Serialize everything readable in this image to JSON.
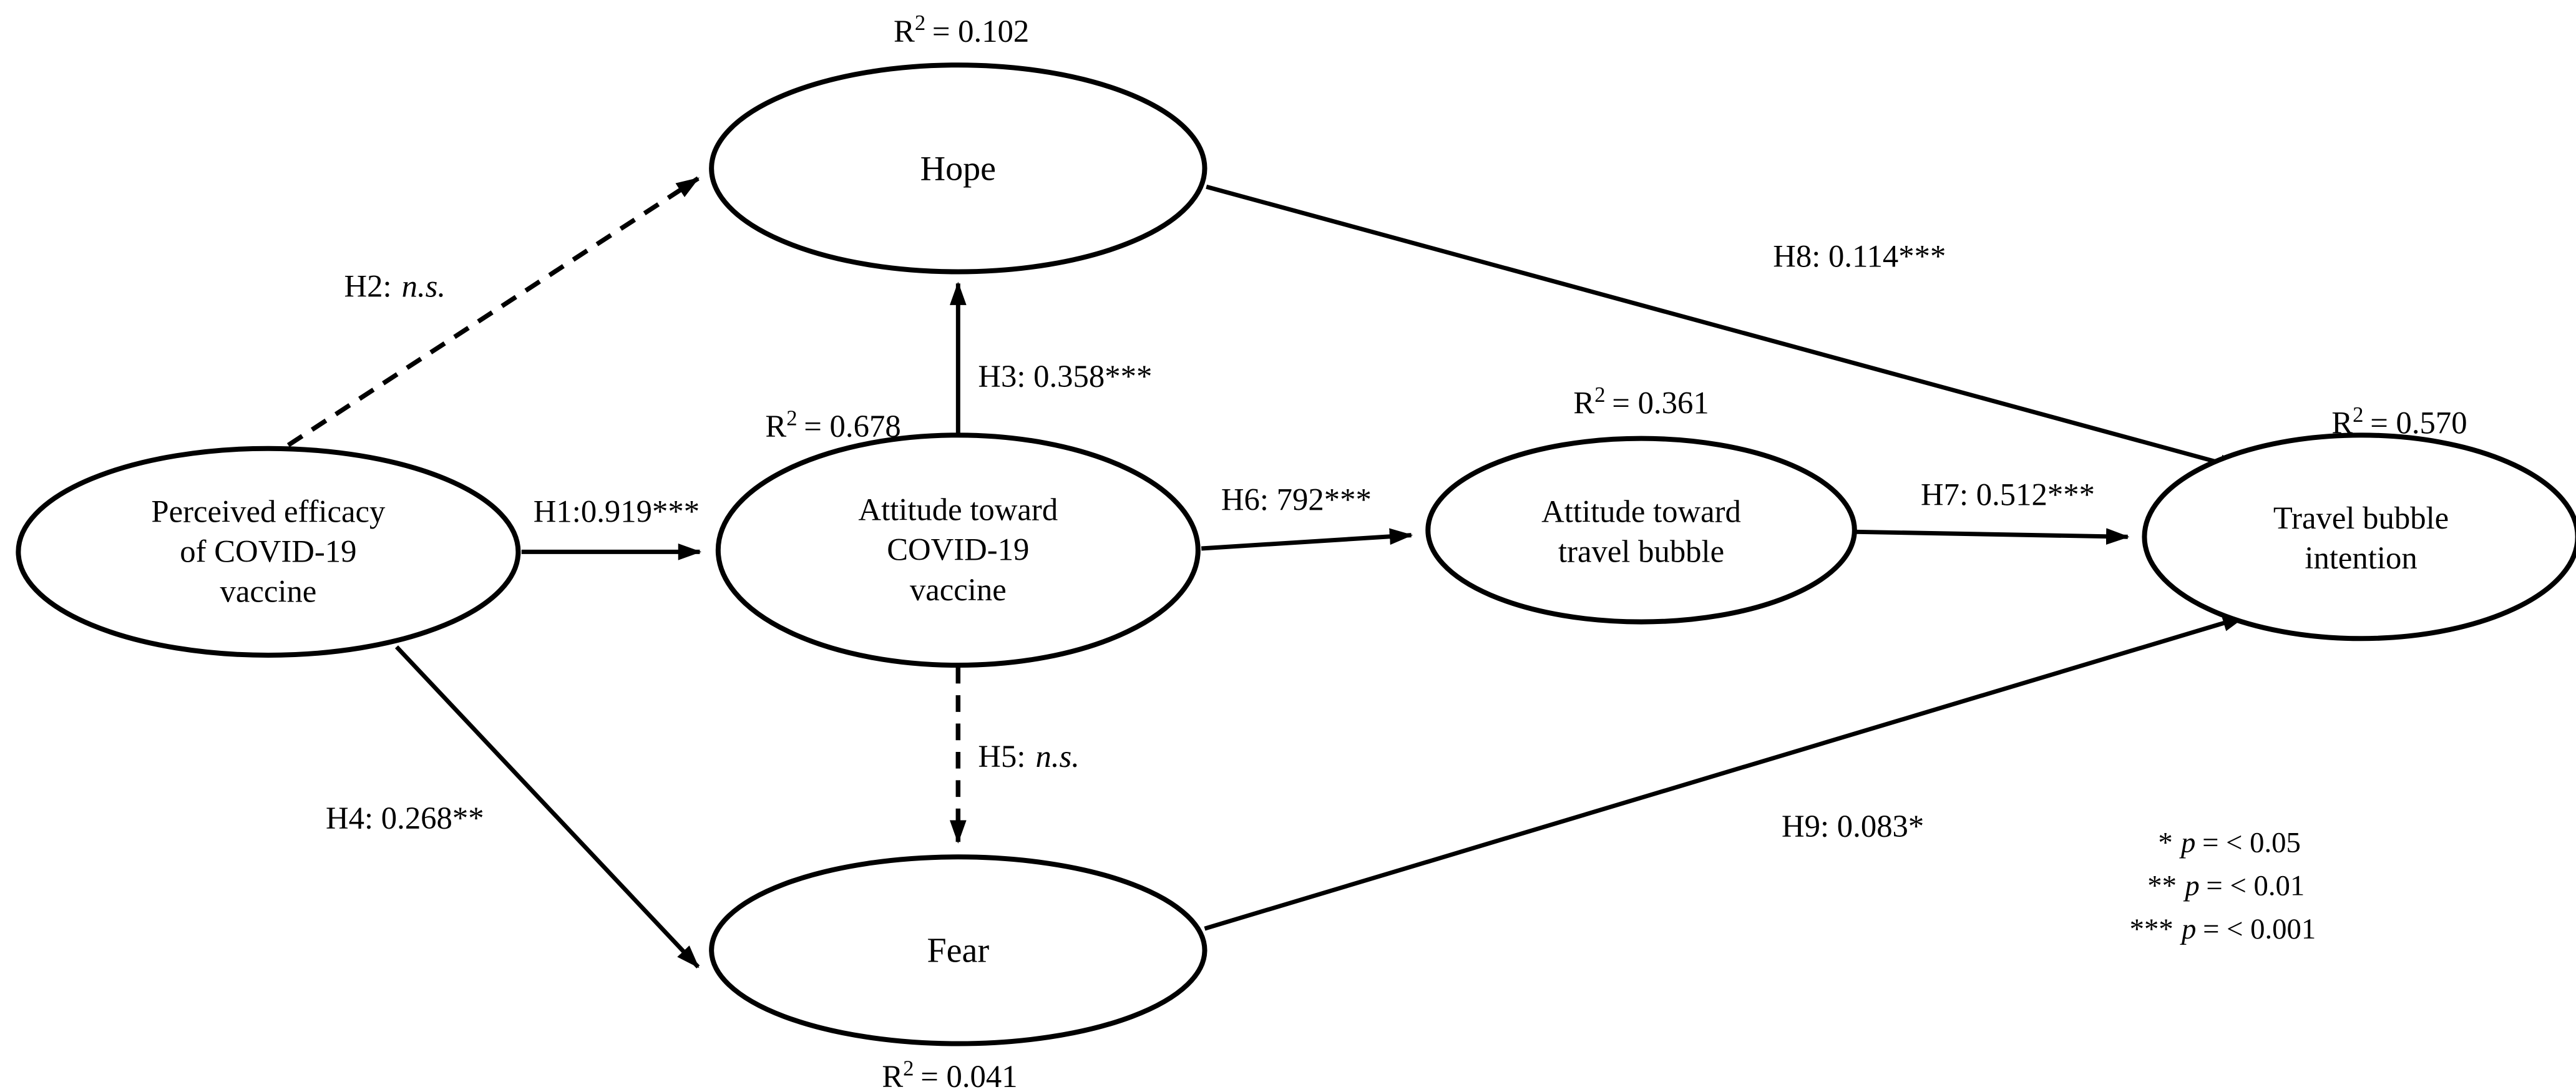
{
  "nodes": [
    {
      "name": "perceived-efficacy",
      "lines": [
        "Perceived efficacy",
        "of COVID-19",
        "vaccine"
      ]
    },
    {
      "name": "hope",
      "lines": [
        "Hope"
      ]
    },
    {
      "name": "attitude-covid-vaccine",
      "lines": [
        "Attitude toward",
        "COVID-19",
        "vaccine"
      ]
    },
    {
      "name": "attitude-travel-bubble",
      "lines": [
        "Attitude toward",
        "travel bubble"
      ]
    },
    {
      "name": "travel-bubble-intention",
      "lines": [
        "Travel bubble",
        "intention"
      ]
    },
    {
      "name": "fear",
      "lines": [
        "Fear"
      ]
    }
  ],
  "r2": [
    {
      "node": "hope",
      "pre": "R",
      "sup": "2",
      "val": "= 0.102"
    },
    {
      "node": "attitude-covid-vaccine",
      "pre": "R",
      "sup": "2",
      "val": "= 0.678"
    },
    {
      "node": "attitude-travel-bubble",
      "pre": "R",
      "sup": "2",
      "val": "= 0.361"
    },
    {
      "node": "travel-bubble-intention",
      "pre": "R",
      "sup": "2",
      "val": "= 0.570"
    },
    {
      "node": "fear",
      "pre": "R",
      "sup": "2",
      "val": "= 0.041"
    }
  ],
  "paths": [
    {
      "id": "H1",
      "from": "perceived-efficacy",
      "to": "attitude-covid-vaccine",
      "style": "solid",
      "label": "H1:0.919***"
    },
    {
      "id": "H2",
      "from": "perceived-efficacy",
      "to": "hope",
      "style": "dashed",
      "prefix": "H2:",
      "value": "n.s."
    },
    {
      "id": "H3",
      "from": "attitude-covid-vaccine",
      "to": "hope",
      "style": "solid",
      "label": "H3: 0.358***"
    },
    {
      "id": "H4",
      "from": "perceived-efficacy",
      "to": "fear",
      "style": "solid",
      "label": "H4: 0.268**"
    },
    {
      "id": "H5",
      "from": "attitude-covid-vaccine",
      "to": "fear",
      "style": "dashed",
      "prefix": "H5:",
      "value": "n.s."
    },
    {
      "id": "H6",
      "from": "attitude-covid-vaccine",
      "to": "attitude-travel-bubble",
      "style": "solid",
      "label": "H6: 792***"
    },
    {
      "id": "H7",
      "from": "attitude-travel-bubble",
      "to": "travel-bubble-intention",
      "style": "solid",
      "label": "H7: 0.512***"
    },
    {
      "id": "H8",
      "from": "hope",
      "to": "travel-bubble-intention",
      "style": "solid",
      "label": "H8: 0.114***"
    },
    {
      "id": "H9",
      "from": "fear",
      "to": "travel-bubble-intention",
      "style": "solid",
      "label": "H9: 0.083*"
    }
  ],
  "legend": [
    {
      "stars": "*",
      "p": "p",
      "rest": "= < 0.05"
    },
    {
      "stars": "**",
      "p": "p",
      "rest": "= < 0.01"
    },
    {
      "stars": "***",
      "p": "p",
      "rest": "= < 0.001"
    }
  ],
  "colors": {
    "ink": "#000000",
    "background": "#ffffff"
  }
}
